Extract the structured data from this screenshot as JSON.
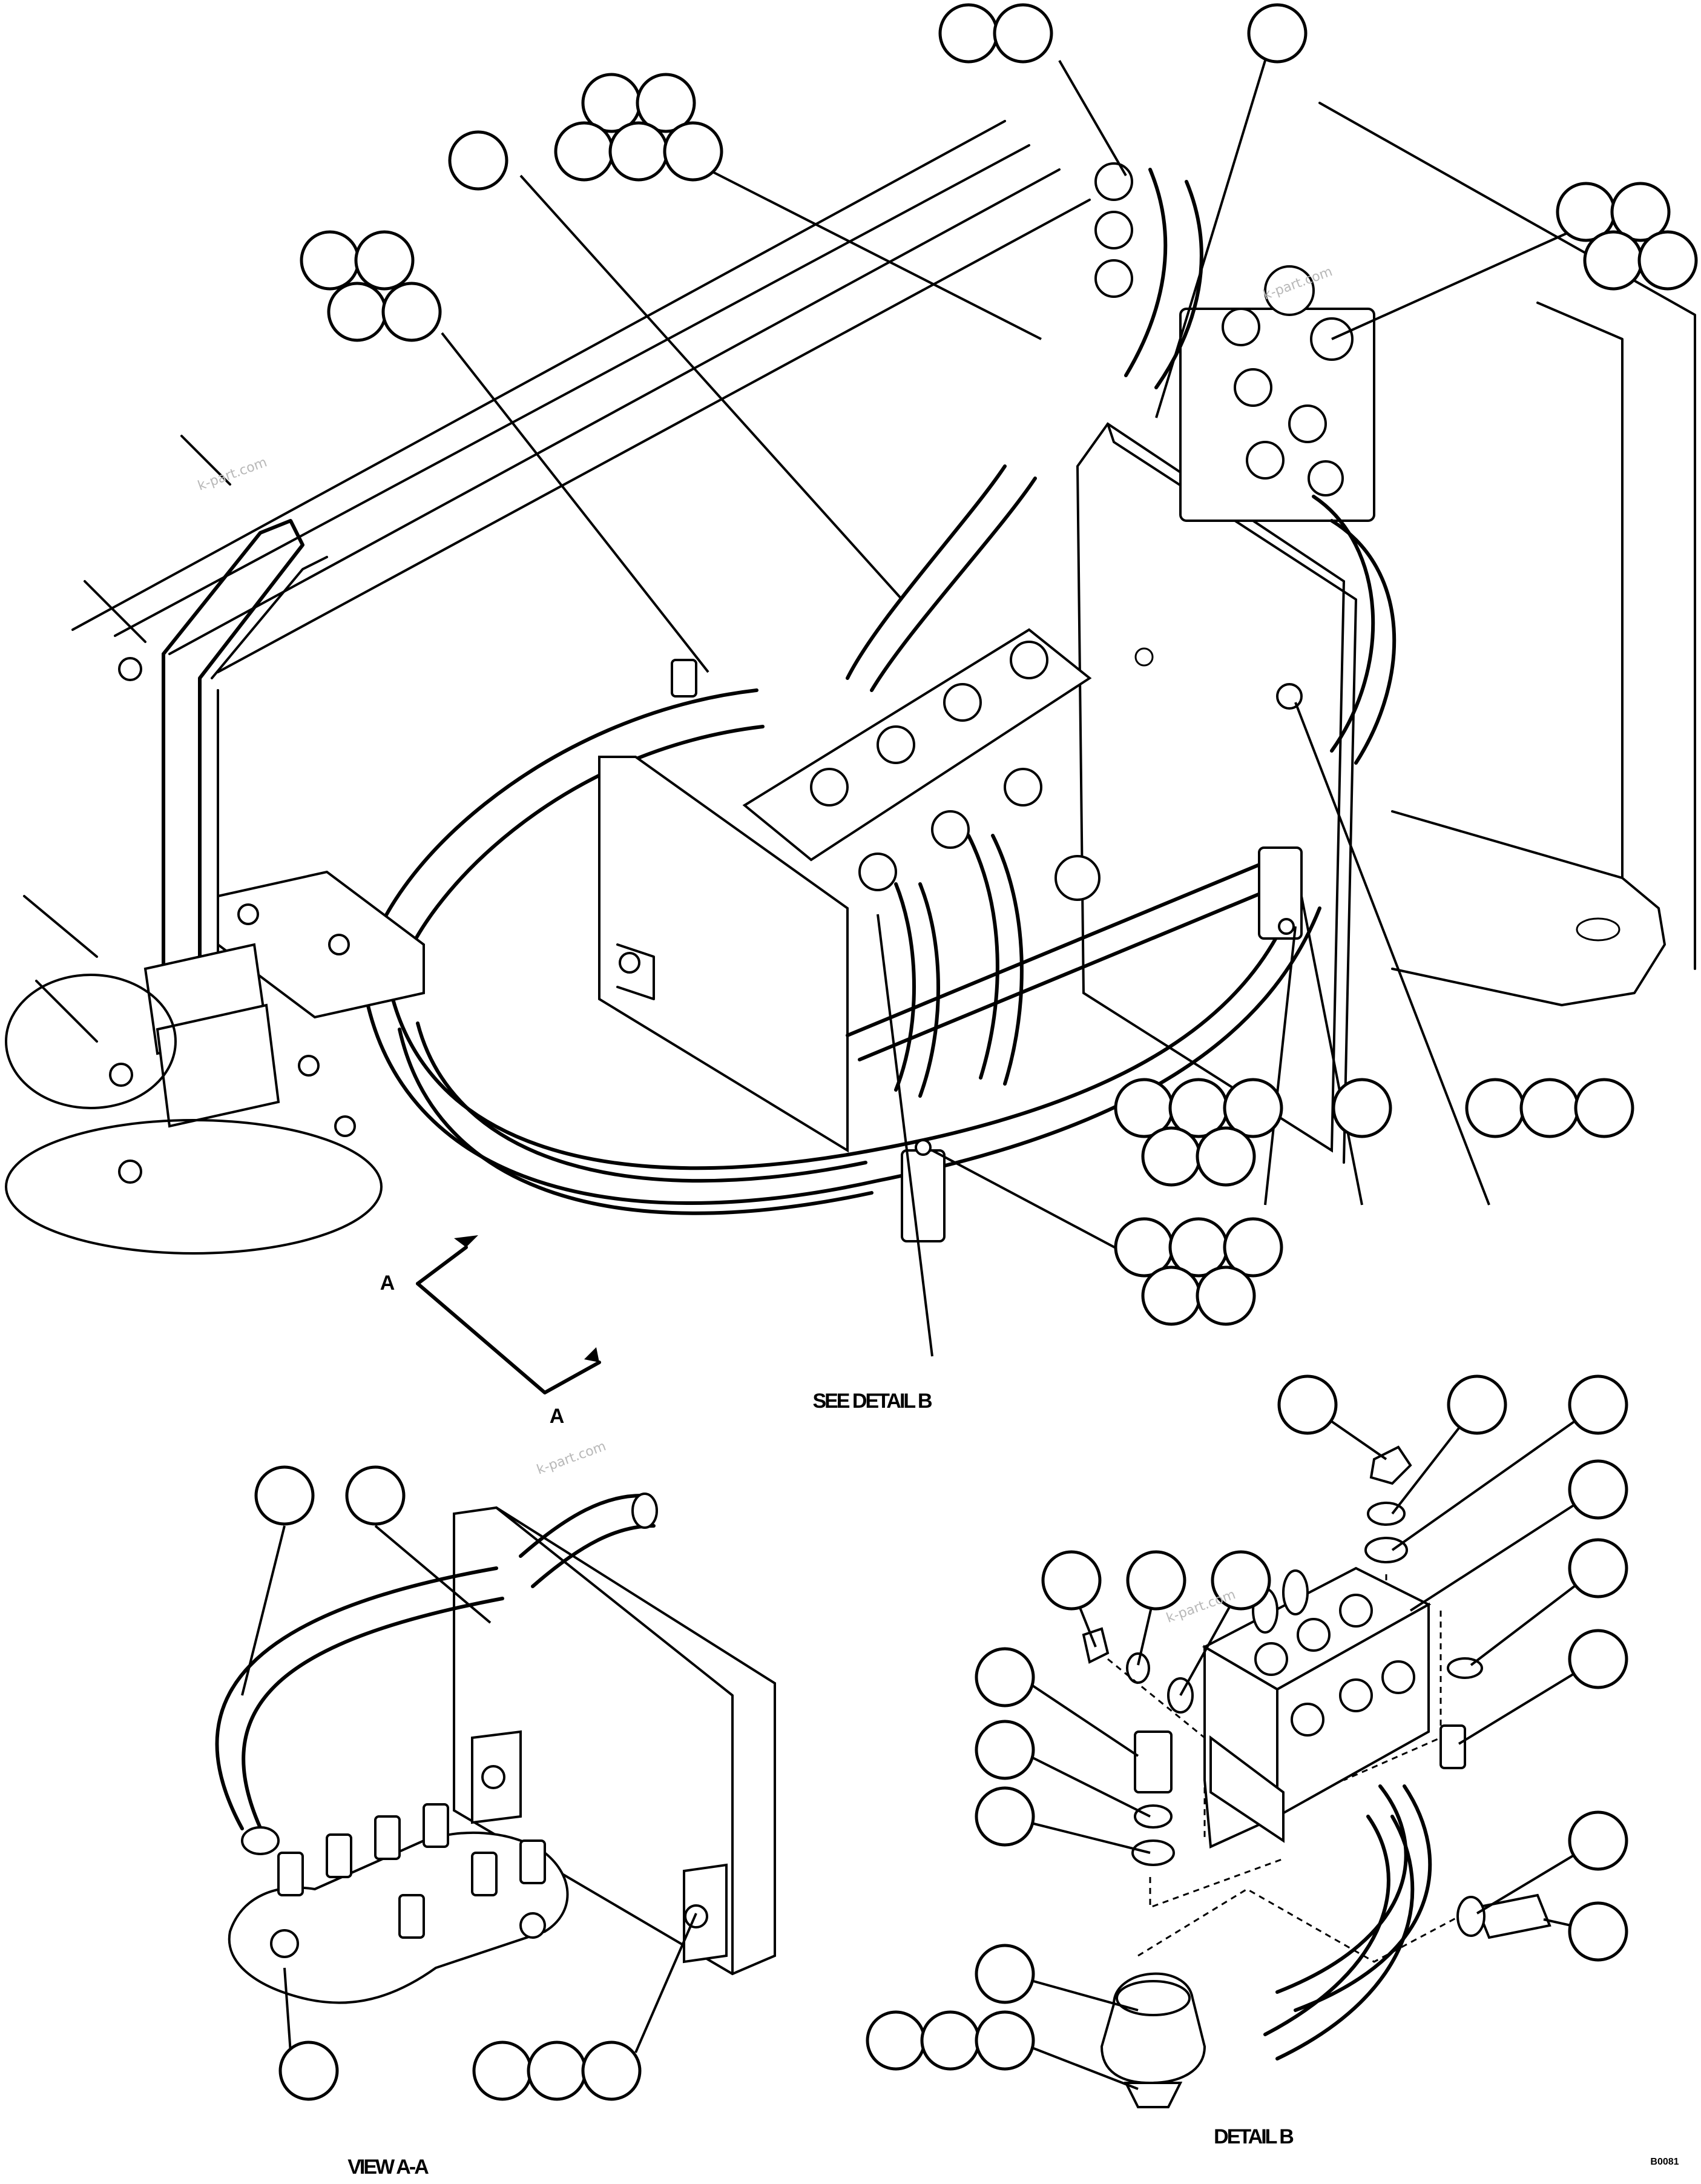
{
  "labels": {
    "see_detail_b": "SEE DETAIL B",
    "view_aa": "VIEW A-A",
    "detail_b": "DETAIL B",
    "section_a1": "A",
    "section_a2": "A",
    "code": "B0081"
  },
  "watermarks": [
    "k-part.com",
    "k-part.com",
    "k-part.com",
    "k-part.com"
  ],
  "colors": {
    "ink": "#000000",
    "paper": "#ffffff",
    "watermark": "#b8b8b8"
  }
}
